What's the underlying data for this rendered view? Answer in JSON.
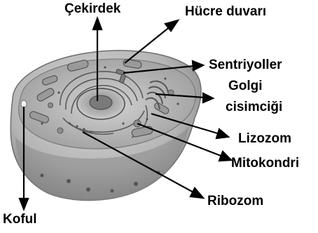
{
  "diagram": {
    "labels": {
      "nucleus": "Çekirdek",
      "cell_wall": "Hücre duvarı",
      "centrioles": "Sentriyoller",
      "golgi_line1": "Golgi",
      "golgi_line2": "cisimciği",
      "lysosome": "Lizozom",
      "mitochondria": "Mitokondri",
      "ribosome": "Ribozom",
      "vacuole": "Koful"
    },
    "colors": {
      "ink": "#000000",
      "membrane": "#8e8e8e",
      "cytoplasm": "#c9c9c9",
      "shadow": "#5e5e5e",
      "organelle": "#9a9a9a"
    }
  }
}
